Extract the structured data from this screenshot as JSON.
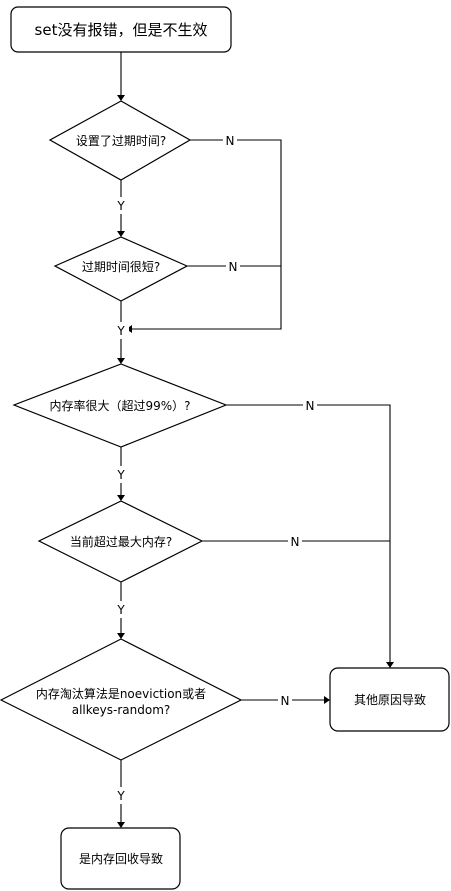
{
  "diagram": {
    "nodes": {
      "start": "set没有报错，但是不生效",
      "q_ttl_set": "设置了过期时间?",
      "q_ttl_short": "过期时间很短?",
      "q_mem_high": "内存率很大（超过99%）?",
      "q_mem_exceed": "当前超过最大内存?",
      "q_policy_line1": "内存淘汰算法是noeviction或者",
      "q_policy_line2": "allkeys-random?",
      "other_cause": "其他原因导致",
      "result": "是内存回收导致"
    },
    "edge_labels": {
      "ttl_set_no": "N",
      "ttl_set_yes": "Y",
      "ttl_short_no": "N",
      "ttl_short_yes": "Y",
      "mem_high_no": "N",
      "mem_high_yes": "Y",
      "mem_exceed_no": "N",
      "mem_exceed_yes": "Y",
      "policy_no": "N",
      "policy_yes": "Y"
    }
  }
}
